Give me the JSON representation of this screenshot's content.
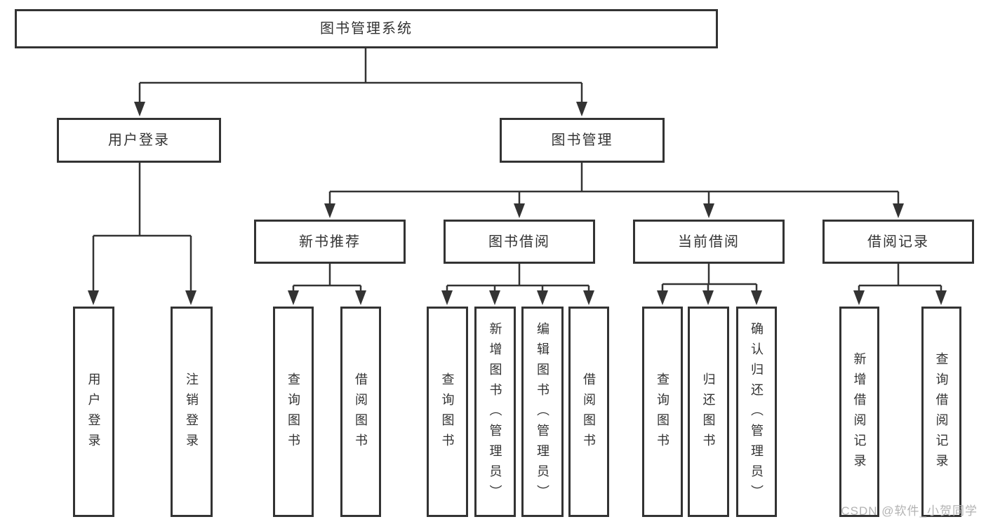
{
  "diagram": {
    "type": "hierarchy-tree",
    "title": "图书管理系统",
    "level2": [
      {
        "label": "用户登录",
        "parent": "图书管理系统"
      },
      {
        "label": "图书管理",
        "parent": "图书管理系统"
      }
    ],
    "level3": [
      {
        "label": "新书推荐",
        "parent": "图书管理"
      },
      {
        "label": "图书借阅",
        "parent": "图书管理"
      },
      {
        "label": "当前借阅",
        "parent": "图书管理"
      },
      {
        "label": "借阅记录",
        "parent": "图书管理"
      }
    ],
    "leaves": [
      {
        "label": "用户登录",
        "parent": "用户登录"
      },
      {
        "label": "注销登录",
        "parent": "用户登录"
      },
      {
        "label": "查询图书",
        "parent": "新书推荐"
      },
      {
        "label": "借阅图书",
        "parent": "新书推荐"
      },
      {
        "label": "查询图书",
        "parent": "图书借阅"
      },
      {
        "label": "新增图书（管理员）",
        "parent": "图书借阅"
      },
      {
        "label": "编辑图书（管理员）",
        "parent": "图书借阅"
      },
      {
        "label": "借阅图书",
        "parent": "图书借阅"
      },
      {
        "label": "查询图书",
        "parent": "当前借阅"
      },
      {
        "label": "归还图书",
        "parent": "当前借阅"
      },
      {
        "label": "确认归还（管理员）",
        "parent": "当前借阅"
      },
      {
        "label": "新增借阅记录",
        "parent": "借阅记录"
      },
      {
        "label": "查询借阅记录",
        "parent": "借阅记录"
      }
    ]
  },
  "watermark": "CSDN @软件_小贺同学",
  "colors": {
    "line": "#333333",
    "text": "#333333",
    "box_background": "#ffffff",
    "watermark": "#b3b3b3",
    "page_background": "#ffffff"
  }
}
